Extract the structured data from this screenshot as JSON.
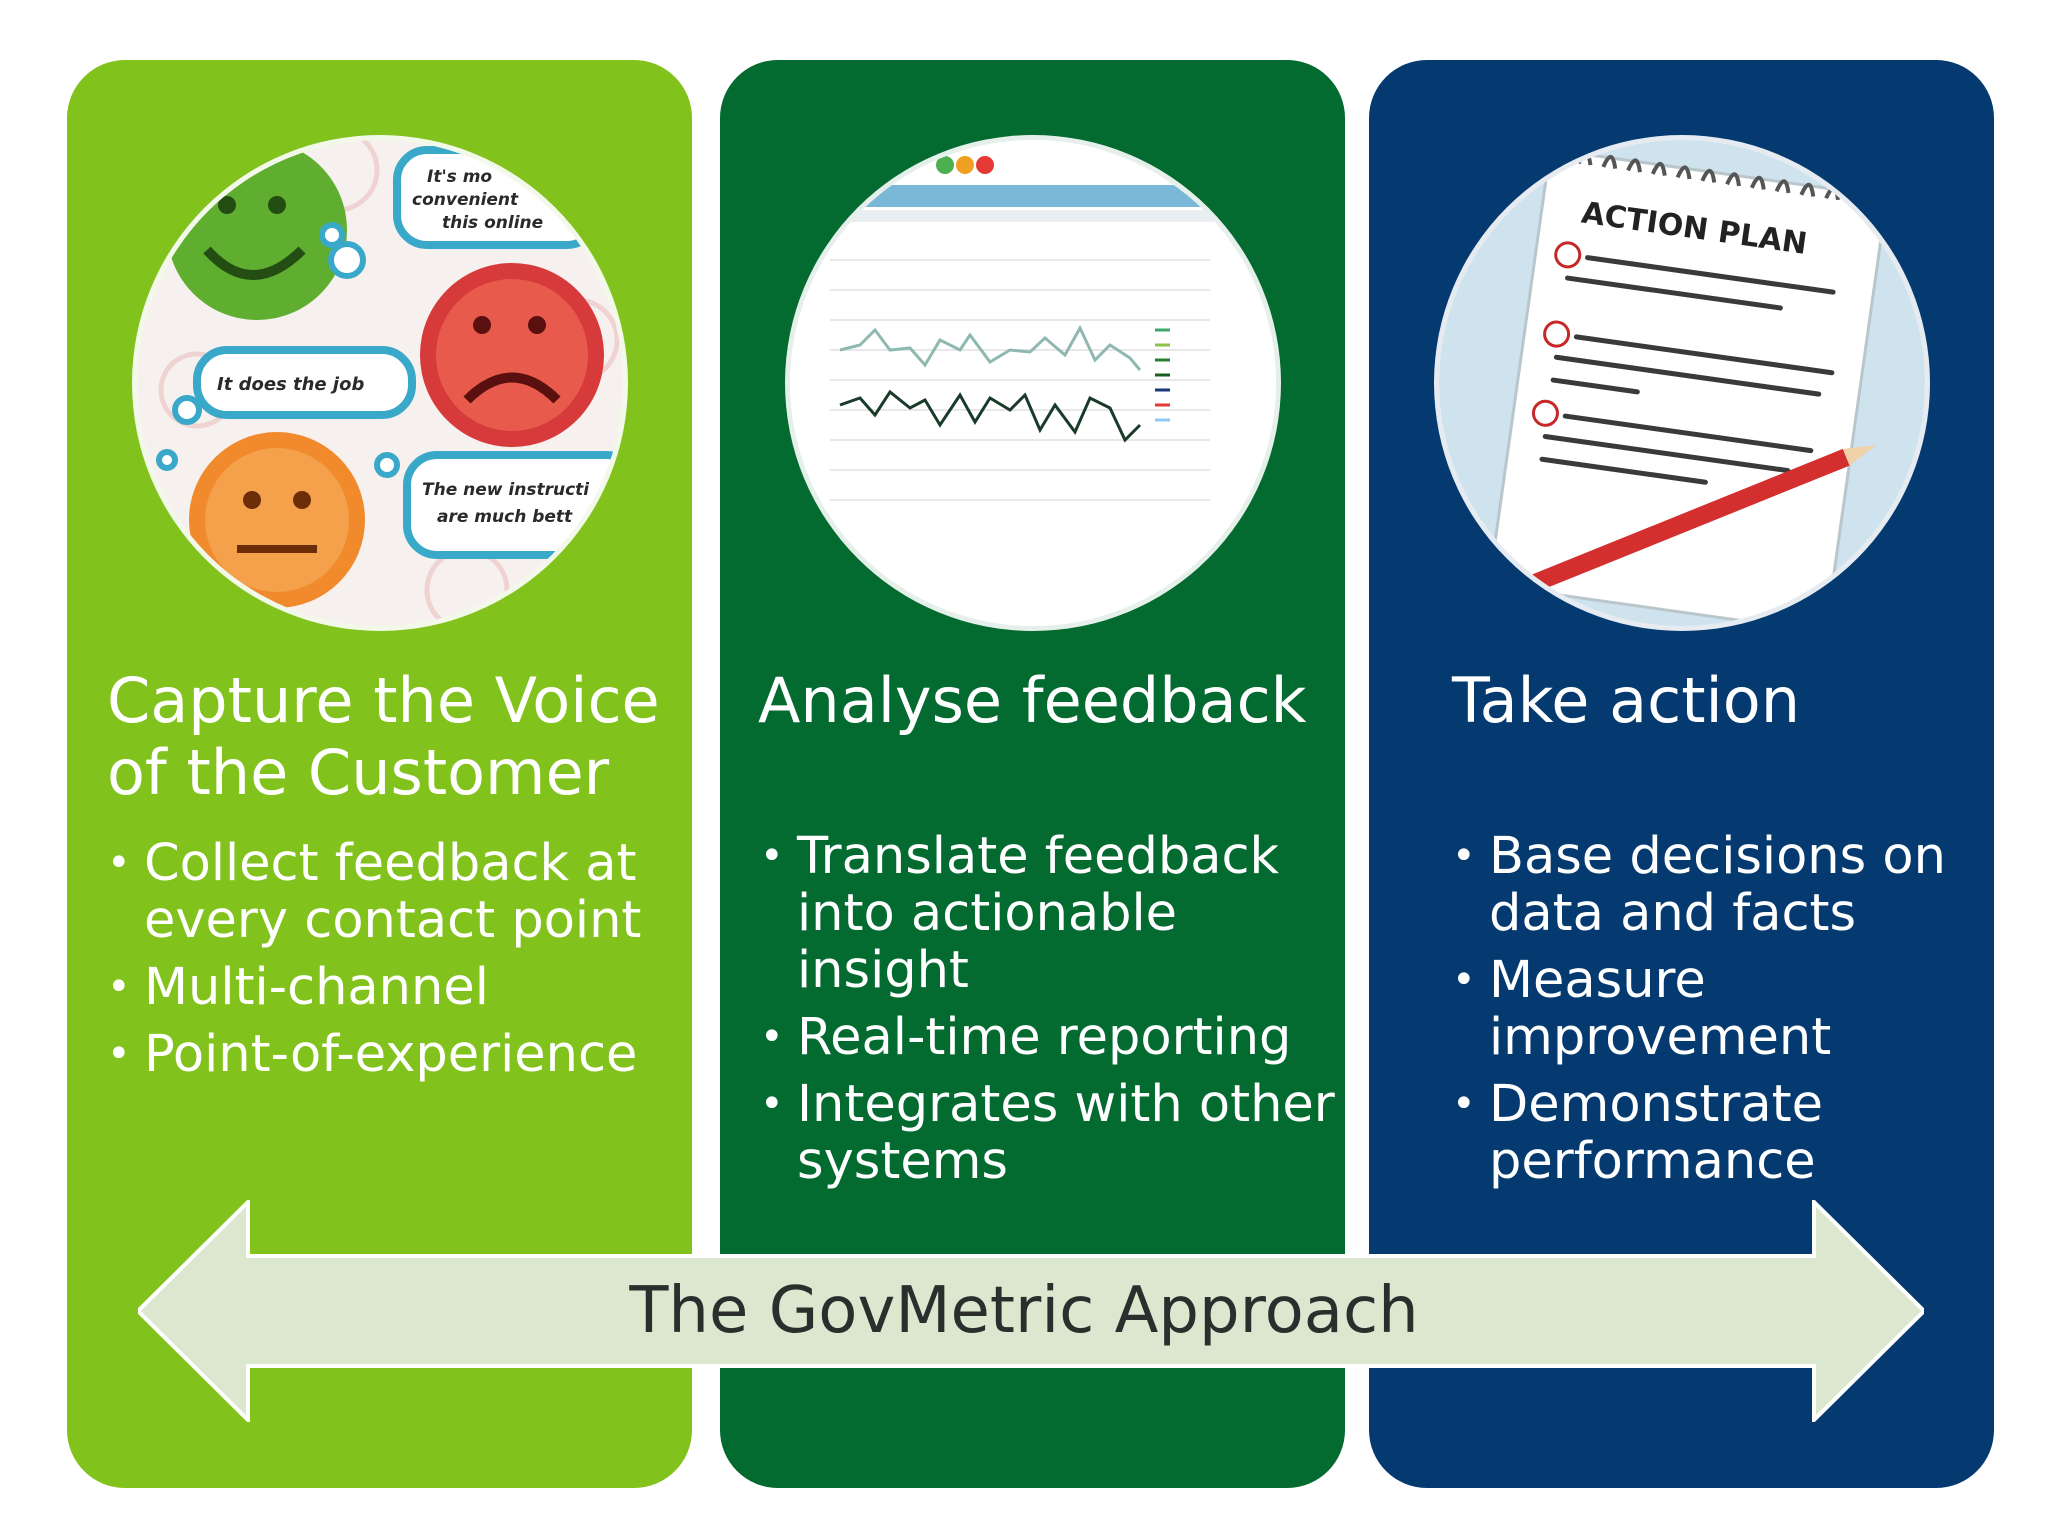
{
  "colors": {
    "panel_1": "#82c21c",
    "panel_2": "#036a30",
    "panel_3": "#053a70",
    "arrow_fill": "#dbe8cf"
  },
  "panels": [
    {
      "title": "Capture the Voice of the Customer",
      "icon": "feedback-faces-image",
      "image_text": [
        "It's more convenient this online",
        "It does the job",
        "The new instructions are much better"
      ],
      "bullets": [
        "Collect feedback at every contact point",
        "Multi-channel",
        "Point-of-experience"
      ]
    },
    {
      "title": "Analyse feedback",
      "icon": "satisfaction-chart-image",
      "bullets": [
        "Translate feedback into actionable insight",
        "Real-time reporting",
        "Integrates with other systems"
      ]
    },
    {
      "title": "Take action",
      "icon": "action-plan-notepad-image",
      "image_text": [
        "ACTION PLAN"
      ],
      "bullets": [
        "Base decisions on data and facts",
        "Measure improvement",
        "Demonstrate performance"
      ]
    }
  ],
  "approach_label": "The GovMetric Approach"
}
